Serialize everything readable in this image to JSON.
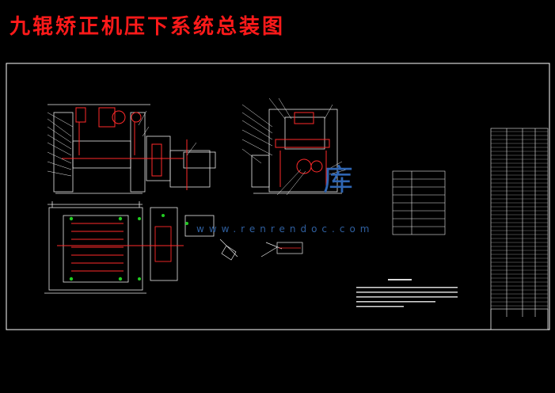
{
  "title": "九辊矫正机压下系统总装图",
  "watermark": {
    "text": "www.renrendoc.com",
    "logo_text": "库"
  },
  "colors": {
    "background": "#000000",
    "title": "#ff1a1a",
    "frame": "#ffffff",
    "part_lines": "#ff2a2a",
    "detail_lines": "#e8e8e8",
    "green_marks": "#22cc22",
    "watermark": "#2f66b3"
  }
}
